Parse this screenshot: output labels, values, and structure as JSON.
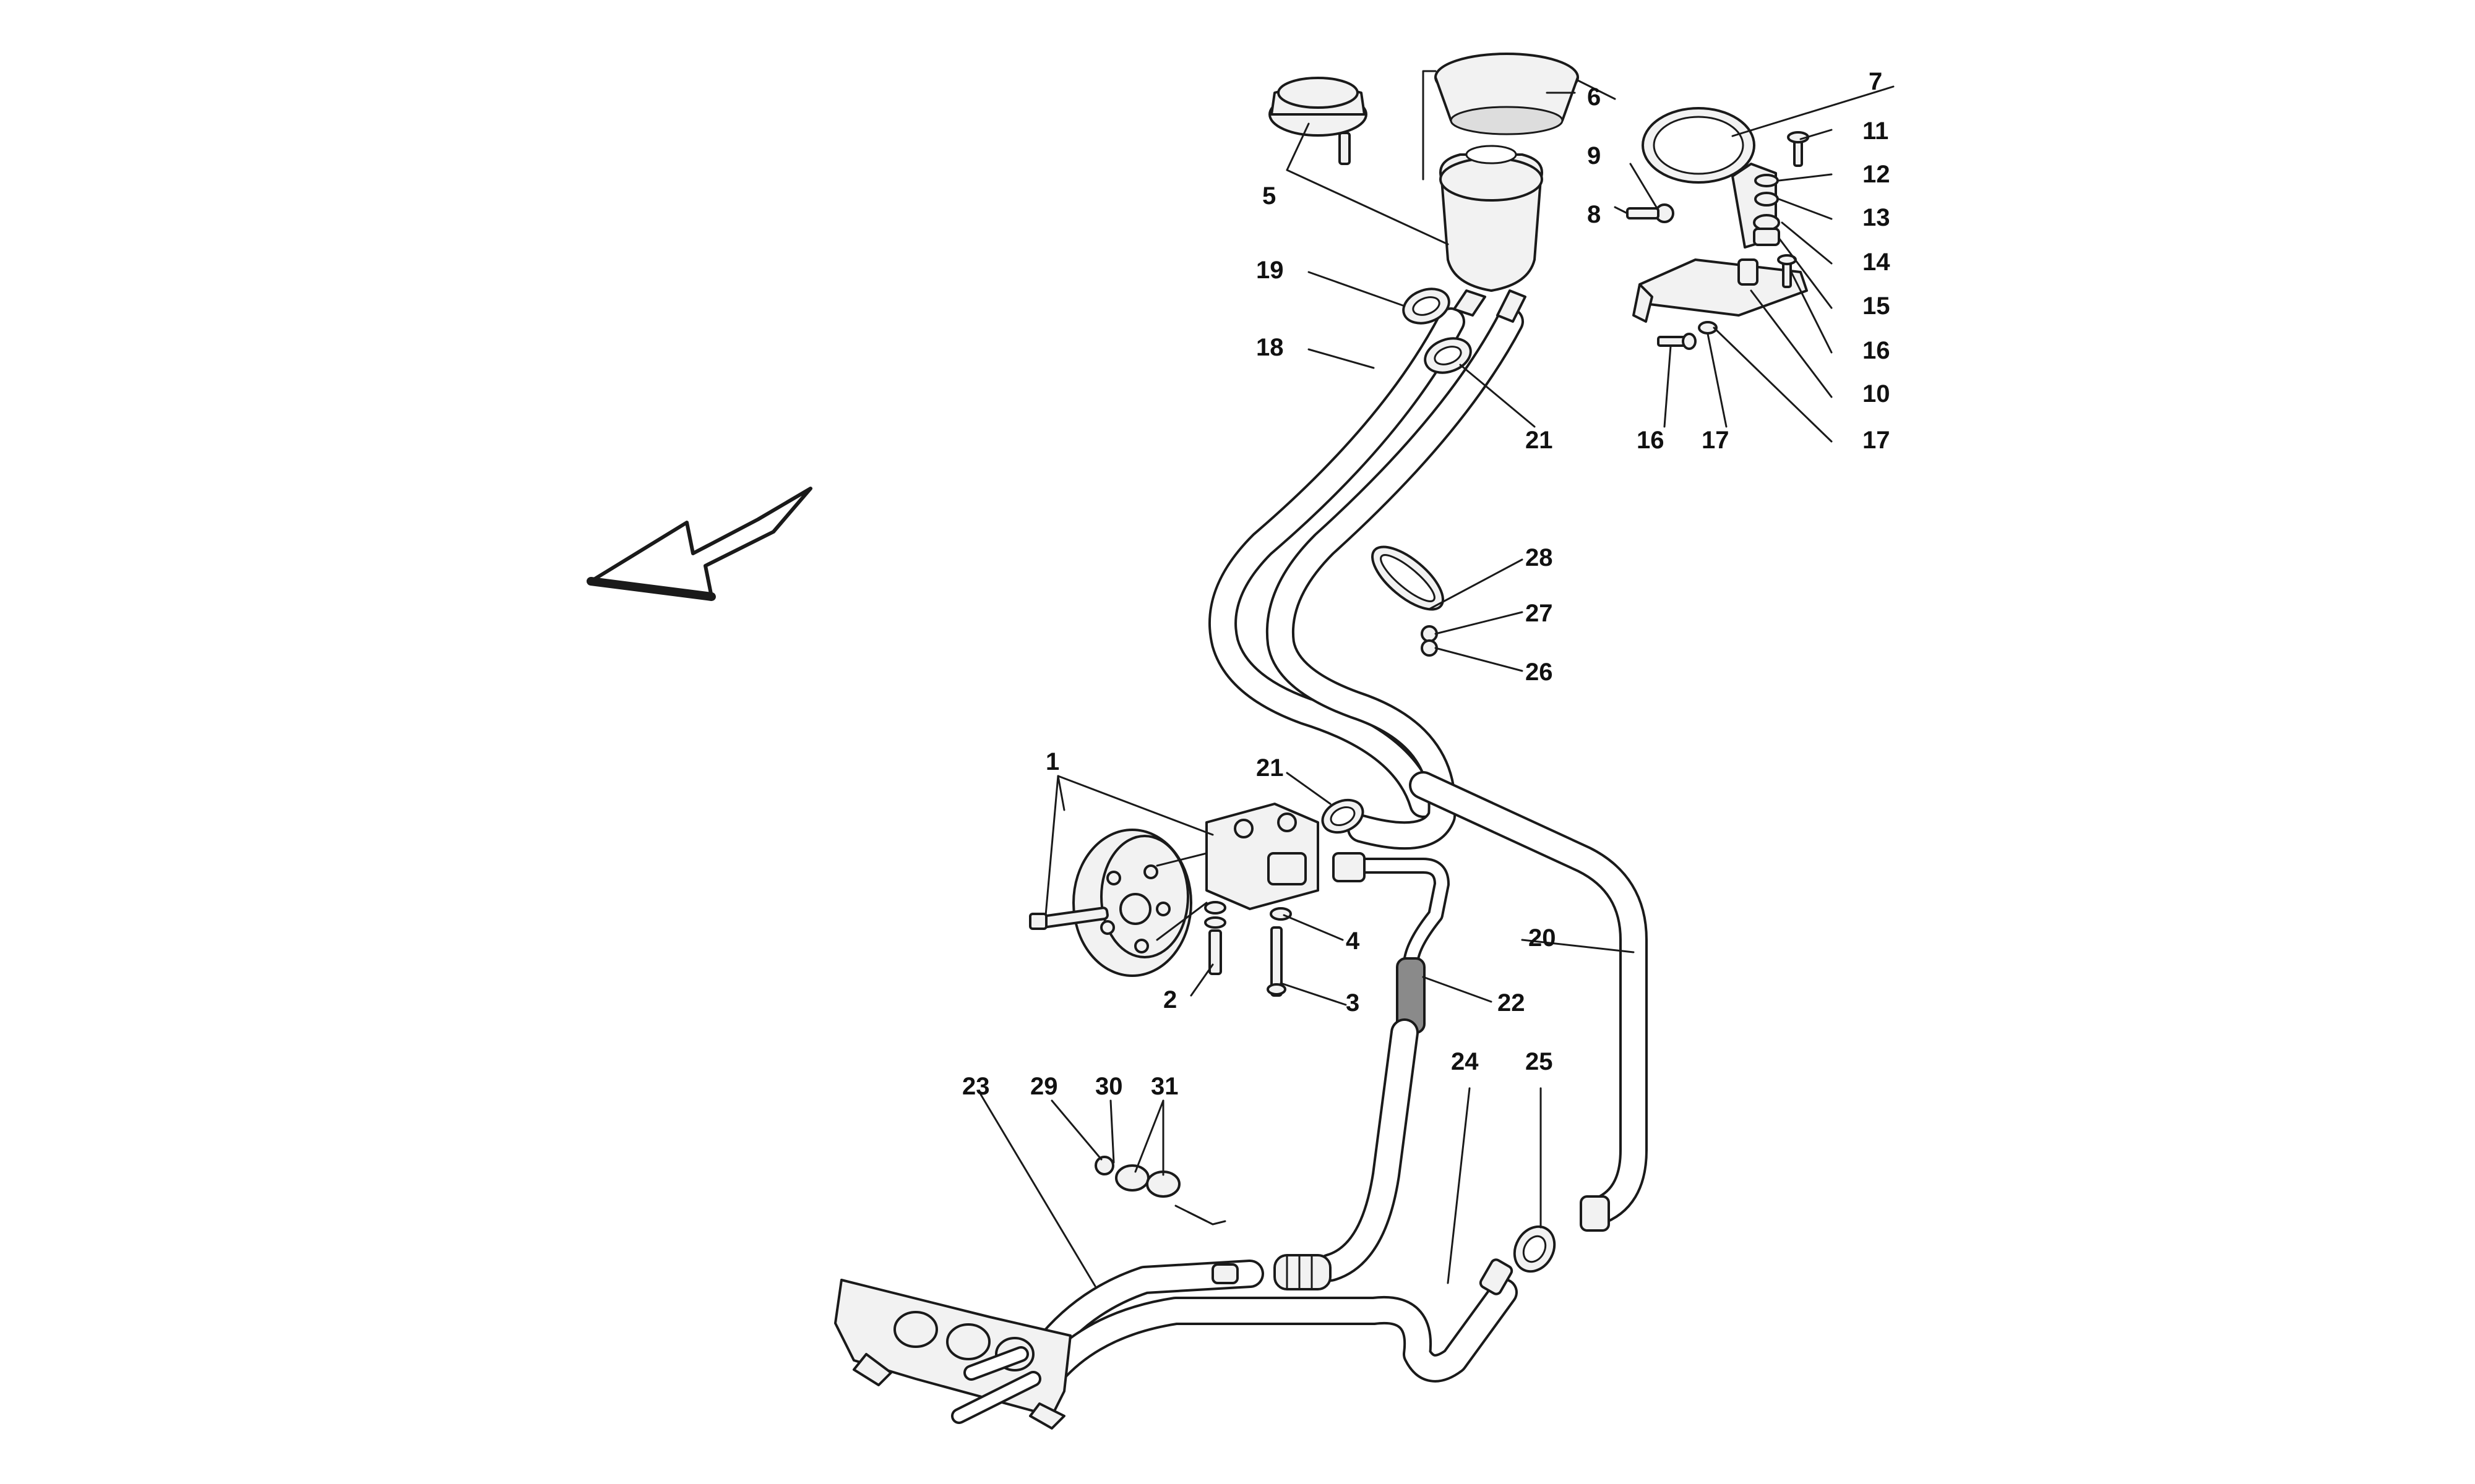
{
  "diagram": {
    "direction_arrow_icon": "arrow-down-left-icon",
    "colors": {
      "line": "#1a1a1a",
      "part_fill": "#f2f2f2",
      "background": "#ffffff"
    },
    "callouts": {
      "c1": "1",
      "c2": "2",
      "c3": "3",
      "c4": "4",
      "c5": "5",
      "c6": "6",
      "c7": "7",
      "c8": "8",
      "c9": "9",
      "c10": "10",
      "c11": "11",
      "c12": "12",
      "c13": "13",
      "c14": "14",
      "c15": "15",
      "c16a": "16",
      "c16b": "16",
      "c17a": "17",
      "c17b": "17",
      "c18": "18",
      "c19": "19",
      "c20": "20",
      "c21a": "21",
      "c21b": "21",
      "c22": "22",
      "c23": "23",
      "c24": "24",
      "c25": "25",
      "c26": "26",
      "c27": "27",
      "c28": "28",
      "c29": "29",
      "c30": "30",
      "c31": "31"
    }
  }
}
